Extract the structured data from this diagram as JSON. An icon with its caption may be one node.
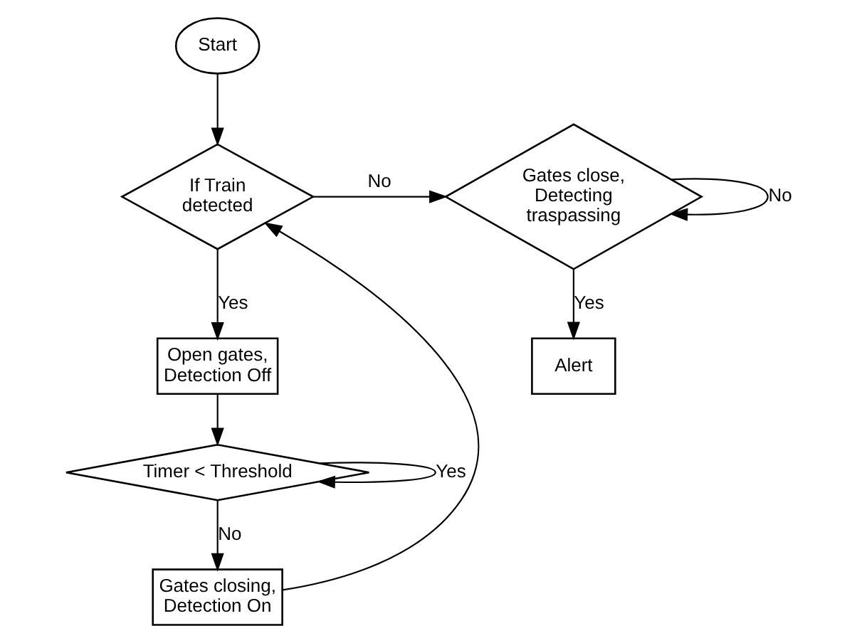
{
  "diagram": {
    "nodes": [
      {
        "text": [
          "Start"
        ]
      },
      {
        "text": [
          "If Train detected"
        ]
      },
      {
        "text": [
          "Gates close, Detecting traspassing"
        ]
      },
      {
        "text": [
          "Alert"
        ]
      },
      {
        "text": [
          "Open gates, Detection Off"
        ]
      },
      {
        "text": [
          "Timer < Threshold"
        ]
      },
      {
        "text": [
          "Gates closing, Detection On"
        ]
      }
    ],
    "edges": [
      {
        "from": 0,
        "to": 1,
        "arrow": "to"
      },
      {
        "from": 1,
        "to": 2,
        "arrow": "to",
        "label": "No"
      },
      {
        "from": 2,
        "to": 2,
        "arrow": "to",
        "label": "No"
      },
      {
        "from": 2,
        "to": 3,
        "arrow": "to",
        "label": "Yes"
      },
      {
        "from": 1,
        "to": 4,
        "arrow": "to",
        "label": "Yes"
      },
      {
        "from": 4,
        "to": 5,
        "arrow": "to"
      },
      {
        "from": 5,
        "to": 5,
        "arrow": "to",
        "label": "Yes"
      },
      {
        "from": 5,
        "to": 6,
        "arrow": "to",
        "label": "No"
      },
      {
        "from": 6,
        "to": 1,
        "arrow": "to"
      }
    ]
  }
}
